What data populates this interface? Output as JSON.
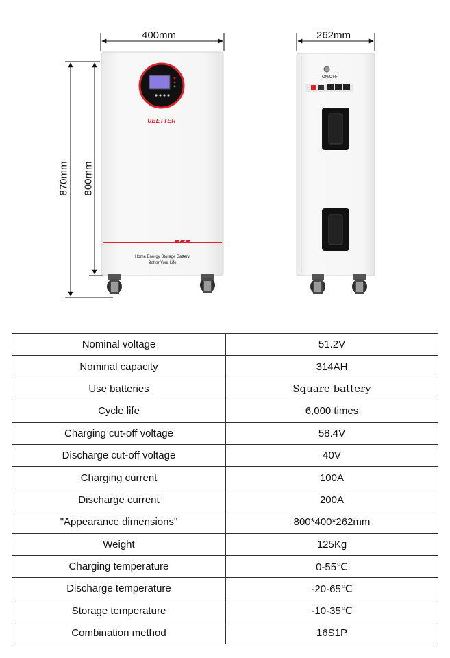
{
  "front_view": {
    "width_label": "400mm",
    "total_height_label": "870mm",
    "body_height_label": "800mm",
    "brand": "UBETTER",
    "tagline_1": "Home Energy Storage Battery",
    "tagline_2": "Better Your Life"
  },
  "side_view": {
    "depth_label": "262mm",
    "switch_label": "ON/OFF"
  },
  "colors": {
    "accent_red": "#d8232a",
    "cabinet": "#f3f3f3",
    "lcd": "#8a7be0"
  },
  "specs": [
    {
      "label": "Nominal voltage",
      "value": "51.2V"
    },
    {
      "label": "Nominal capacity",
      "value": "314AH"
    },
    {
      "label": "Use batteries",
      "value": "Square battery"
    },
    {
      "label": "Cycle life",
      "value": "6,000 times"
    },
    {
      "label": "Charging cut-off voltage",
      "value": "58.4V"
    },
    {
      "label": "Discharge cut-off voltage",
      "value": "40V"
    },
    {
      "label": "Charging current",
      "value": "100A"
    },
    {
      "label": "Discharge current",
      "value": "200A"
    },
    {
      "label": "\"Appearance dimensions\"",
      "value": "800*400*262mm"
    },
    {
      "label": "Weight",
      "value": "125Kg"
    },
    {
      "label": "Charging temperature",
      "value": "0-55℃"
    },
    {
      "label": "Discharge temperature",
      "value": "-20-65℃"
    },
    {
      "label": "Storage temperature",
      "value": "-10-35℃"
    },
    {
      "label": "Combination method",
      "value": "16S1P"
    }
  ]
}
